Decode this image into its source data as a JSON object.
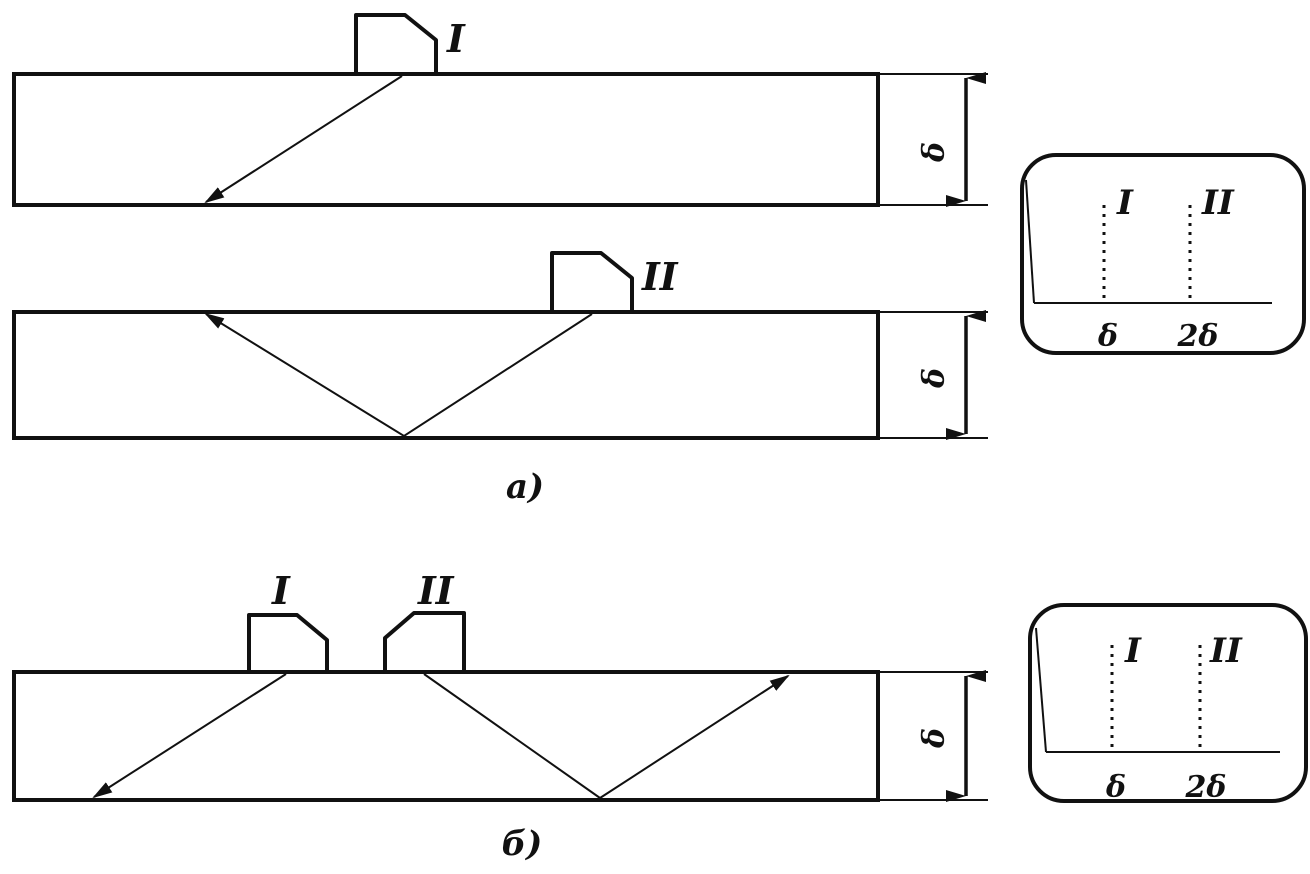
{
  "colors": {
    "ink": "#111111",
    "background": "#ffffff"
  },
  "diagram_a": {
    "caption": "а)",
    "probe_1_label": "I",
    "probe_2_label": "II",
    "thickness_label_1": "δ",
    "thickness_label_2": "δ",
    "screen": {
      "pulse_1_label": "I",
      "pulse_2_label": "II",
      "axis_mark_1": "δ",
      "axis_mark_2": "2δ"
    }
  },
  "diagram_b": {
    "caption": "б)",
    "probe_1_label": "I",
    "probe_2_label": "II",
    "thickness_label": "δ",
    "screen": {
      "pulse_1_label": "I",
      "pulse_2_label": "II",
      "axis_mark_1": "δ",
      "axis_mark_2": "2δ"
    }
  }
}
